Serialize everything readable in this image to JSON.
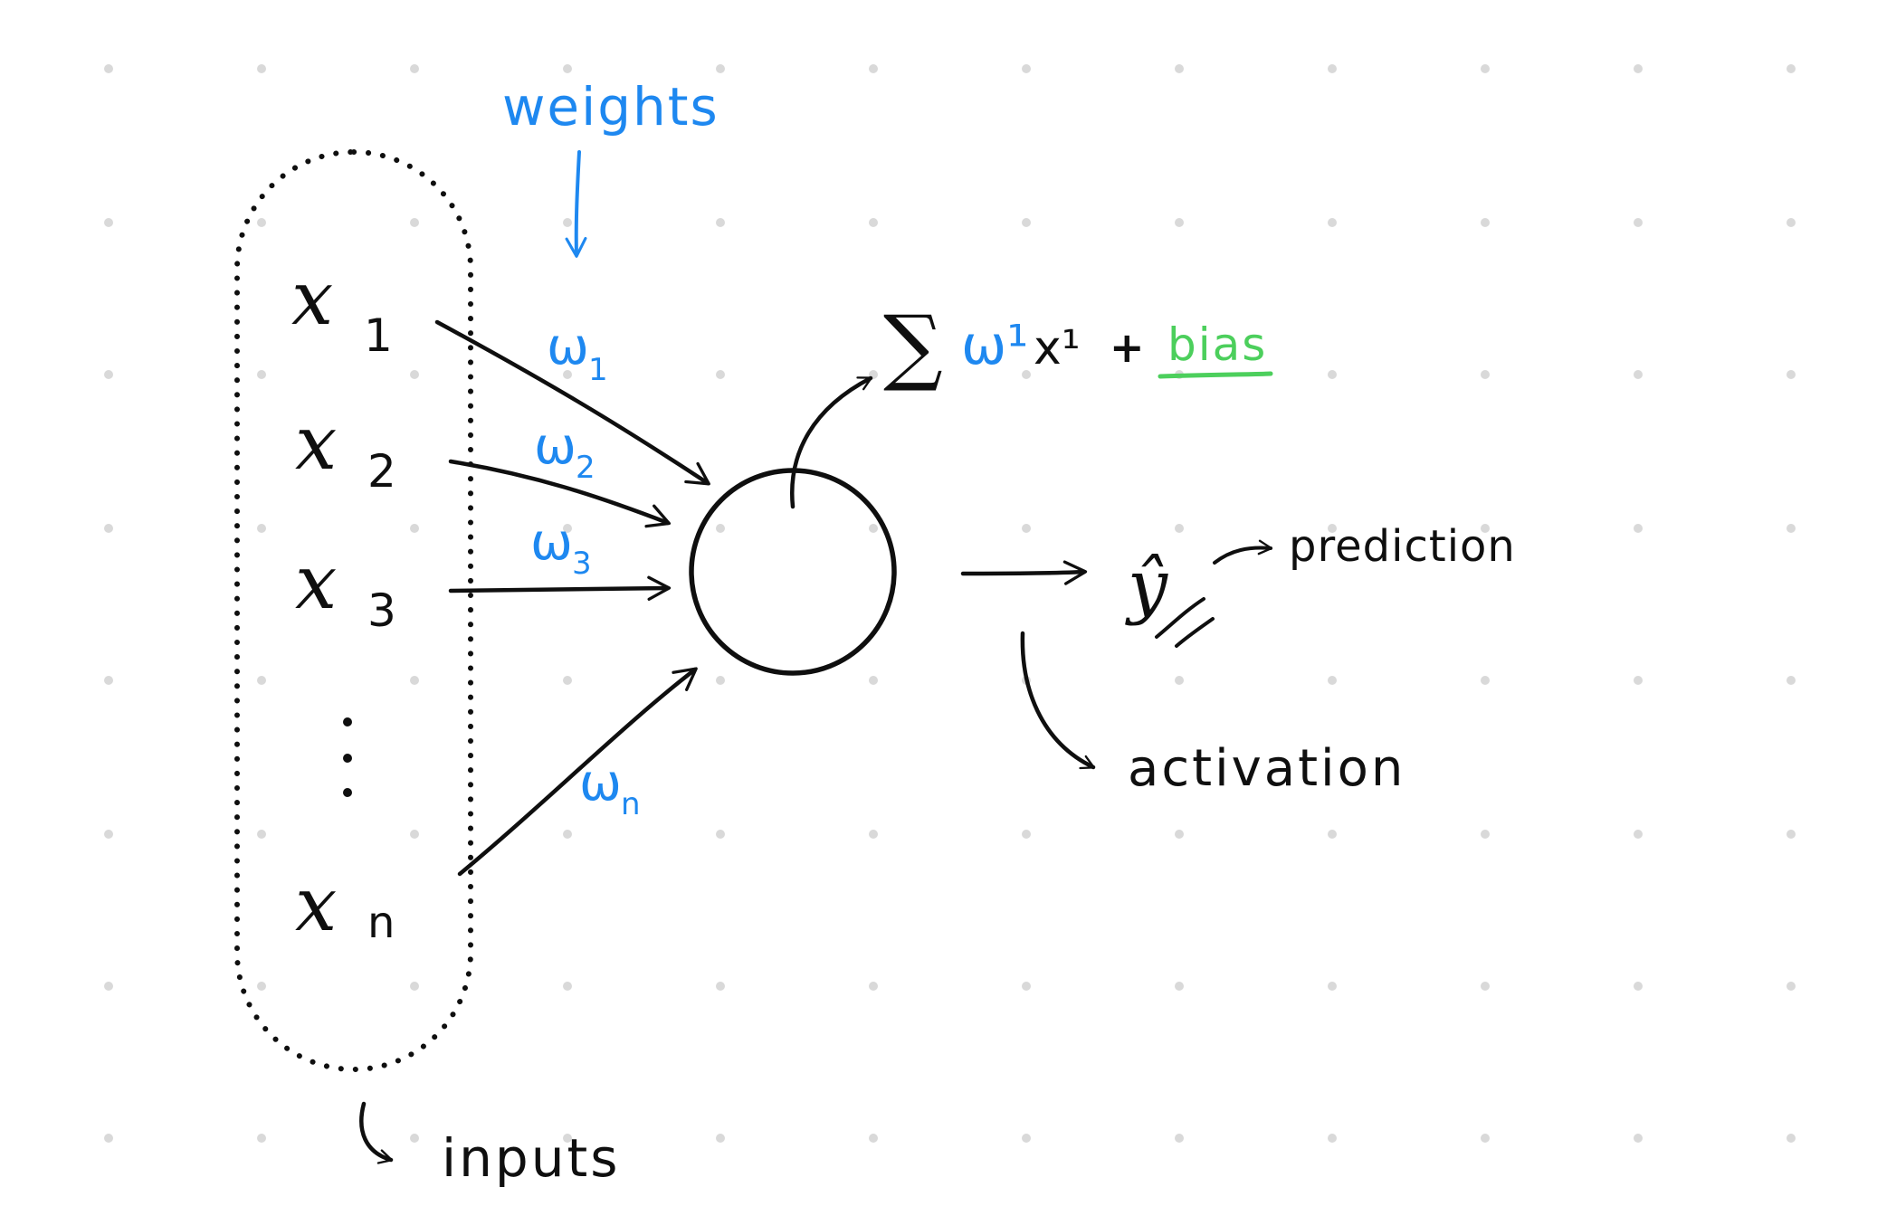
{
  "diagram": {
    "labels": {
      "weights": "weights",
      "inputs": "inputs",
      "prediction": "prediction",
      "activation": "activation",
      "bias": "bias",
      "plus": "+",
      "sigma": "∑",
      "sum_weight": "ω¹",
      "sum_input": "x¹",
      "y_hat": "ŷ"
    },
    "inputs": [
      {
        "base": "x",
        "sub": "1"
      },
      {
        "base": "x",
        "sub": "2"
      },
      {
        "base": "x",
        "sub": "3"
      },
      {
        "base": "x",
        "sub": "n"
      }
    ],
    "weights": [
      {
        "base": "ω",
        "sub": "1"
      },
      {
        "base": "ω",
        "sub": "2"
      },
      {
        "base": "ω",
        "sub": "3"
      },
      {
        "base": "ω",
        "sub": "n"
      }
    ],
    "colors": {
      "ink": "#0f0f0f",
      "weights": "#1e88f0",
      "bias": "#4ccf5c",
      "grid_dot": "#d9d9d9",
      "background": "#ffffff"
    }
  }
}
